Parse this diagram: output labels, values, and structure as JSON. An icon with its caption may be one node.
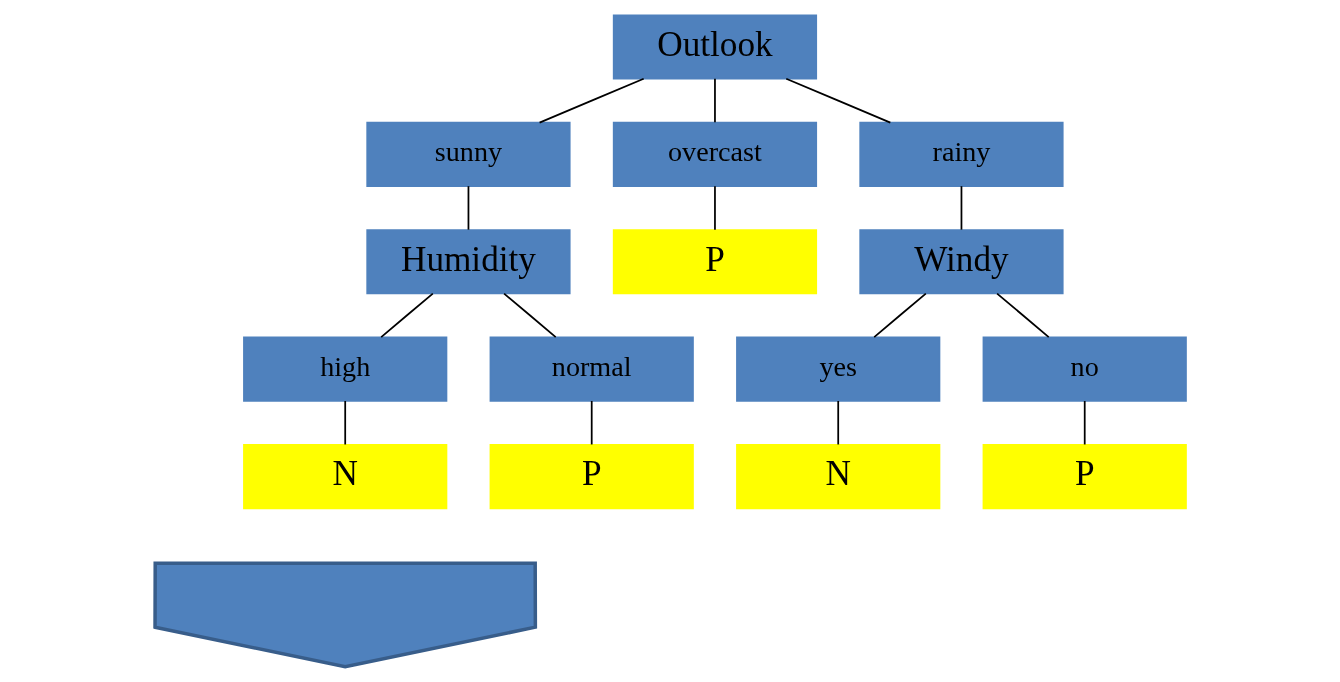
{
  "diagram": {
    "nodes": [
      {
        "text": [
          "Outlook"
        ]
      },
      {
        "text": [
          "sunny"
        ]
      },
      {
        "text": [
          "overcast"
        ]
      },
      {
        "text": [
          "rainy"
        ]
      },
      {
        "text": [
          "Humidity"
        ]
      },
      {
        "text": [
          "P"
        ]
      },
      {
        "text": [
          "Windy"
        ]
      },
      {
        "text": [
          "high"
        ]
      },
      {
        "text": [
          "normal"
        ]
      },
      {
        "text": [
          "yes"
        ]
      },
      {
        "text": [
          "no"
        ]
      },
      {
        "text": [
          "N"
        ]
      },
      {
        "text": [
          "P"
        ]
      },
      {
        "text": [
          "N"
        ]
      },
      {
        "text": [
          "P"
        ]
      },
      {
        "text": [],
        "shape": "arrow"
      }
    ],
    "edges": [
      {
        "from": 0,
        "to": 1,
        "arrow": "none"
      },
      {
        "from": 0,
        "to": 2,
        "arrow": "none"
      },
      {
        "from": 0,
        "to": 3,
        "arrow": "none"
      },
      {
        "from": 1,
        "to": 4,
        "arrow": "none"
      },
      {
        "from": 2,
        "to": 5,
        "arrow": "none"
      },
      {
        "from": 3,
        "to": 6,
        "arrow": "none"
      },
      {
        "from": 4,
        "to": 7,
        "arrow": "none"
      },
      {
        "from": 4,
        "to": 8,
        "arrow": "none"
      },
      {
        "from": 6,
        "to": 9,
        "arrow": "none"
      },
      {
        "from": 6,
        "to": 10,
        "arrow": "none"
      },
      {
        "from": 7,
        "to": 11,
        "arrow": "none"
      },
      {
        "from": 8,
        "to": 12,
        "arrow": "none"
      },
      {
        "from": 9,
        "to": 13,
        "arrow": "none"
      },
      {
        "from": 10,
        "to": 14,
        "arrow": "none"
      }
    ]
  }
}
